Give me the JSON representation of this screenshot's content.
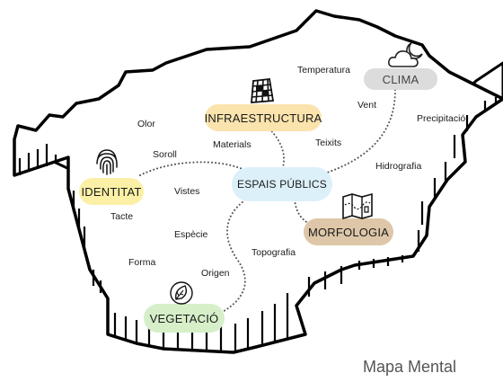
{
  "caption": "Mapa Mental",
  "colors": {
    "clima": "#dcdcdc",
    "infraestructura": "#fbe3ad",
    "identitat": "#fbf0a6",
    "espais_publics": "#dcf0fa",
    "morfologia": "#dec7a8",
    "vegetacio": "#d6efc9"
  },
  "nodes": {
    "clima": {
      "label": "CLIMA",
      "icon": "moon-cloud-icon"
    },
    "infraestructura": {
      "label": "INFRAESTRUCTURA",
      "icon": "grid-globe-icon"
    },
    "identitat": {
      "label": "IDENTITAT",
      "icon": "fingerprint-icon"
    },
    "espais_publics": {
      "label": "ESPAIS PÚBLICS"
    },
    "morfologia": {
      "label": "MORFOLOGIA",
      "icon": "folded-map-icon"
    },
    "vegetacio": {
      "label": "VEGETACIÓ",
      "icon": "leaf-icon"
    }
  },
  "keywords": {
    "temperatura": "Temperatura",
    "vent": "Vent",
    "precipitacio": "Precipitació",
    "hidrografia": "Hidrografia",
    "olor": "Olor",
    "materials": "Materials",
    "teixits": "Teixits",
    "soroll": "Soroll",
    "vistes": "Vistes",
    "tacte": "Tacte",
    "especie": "Espècie",
    "forma": "Forma",
    "origen": "Origen",
    "topografia": "Topografia"
  }
}
